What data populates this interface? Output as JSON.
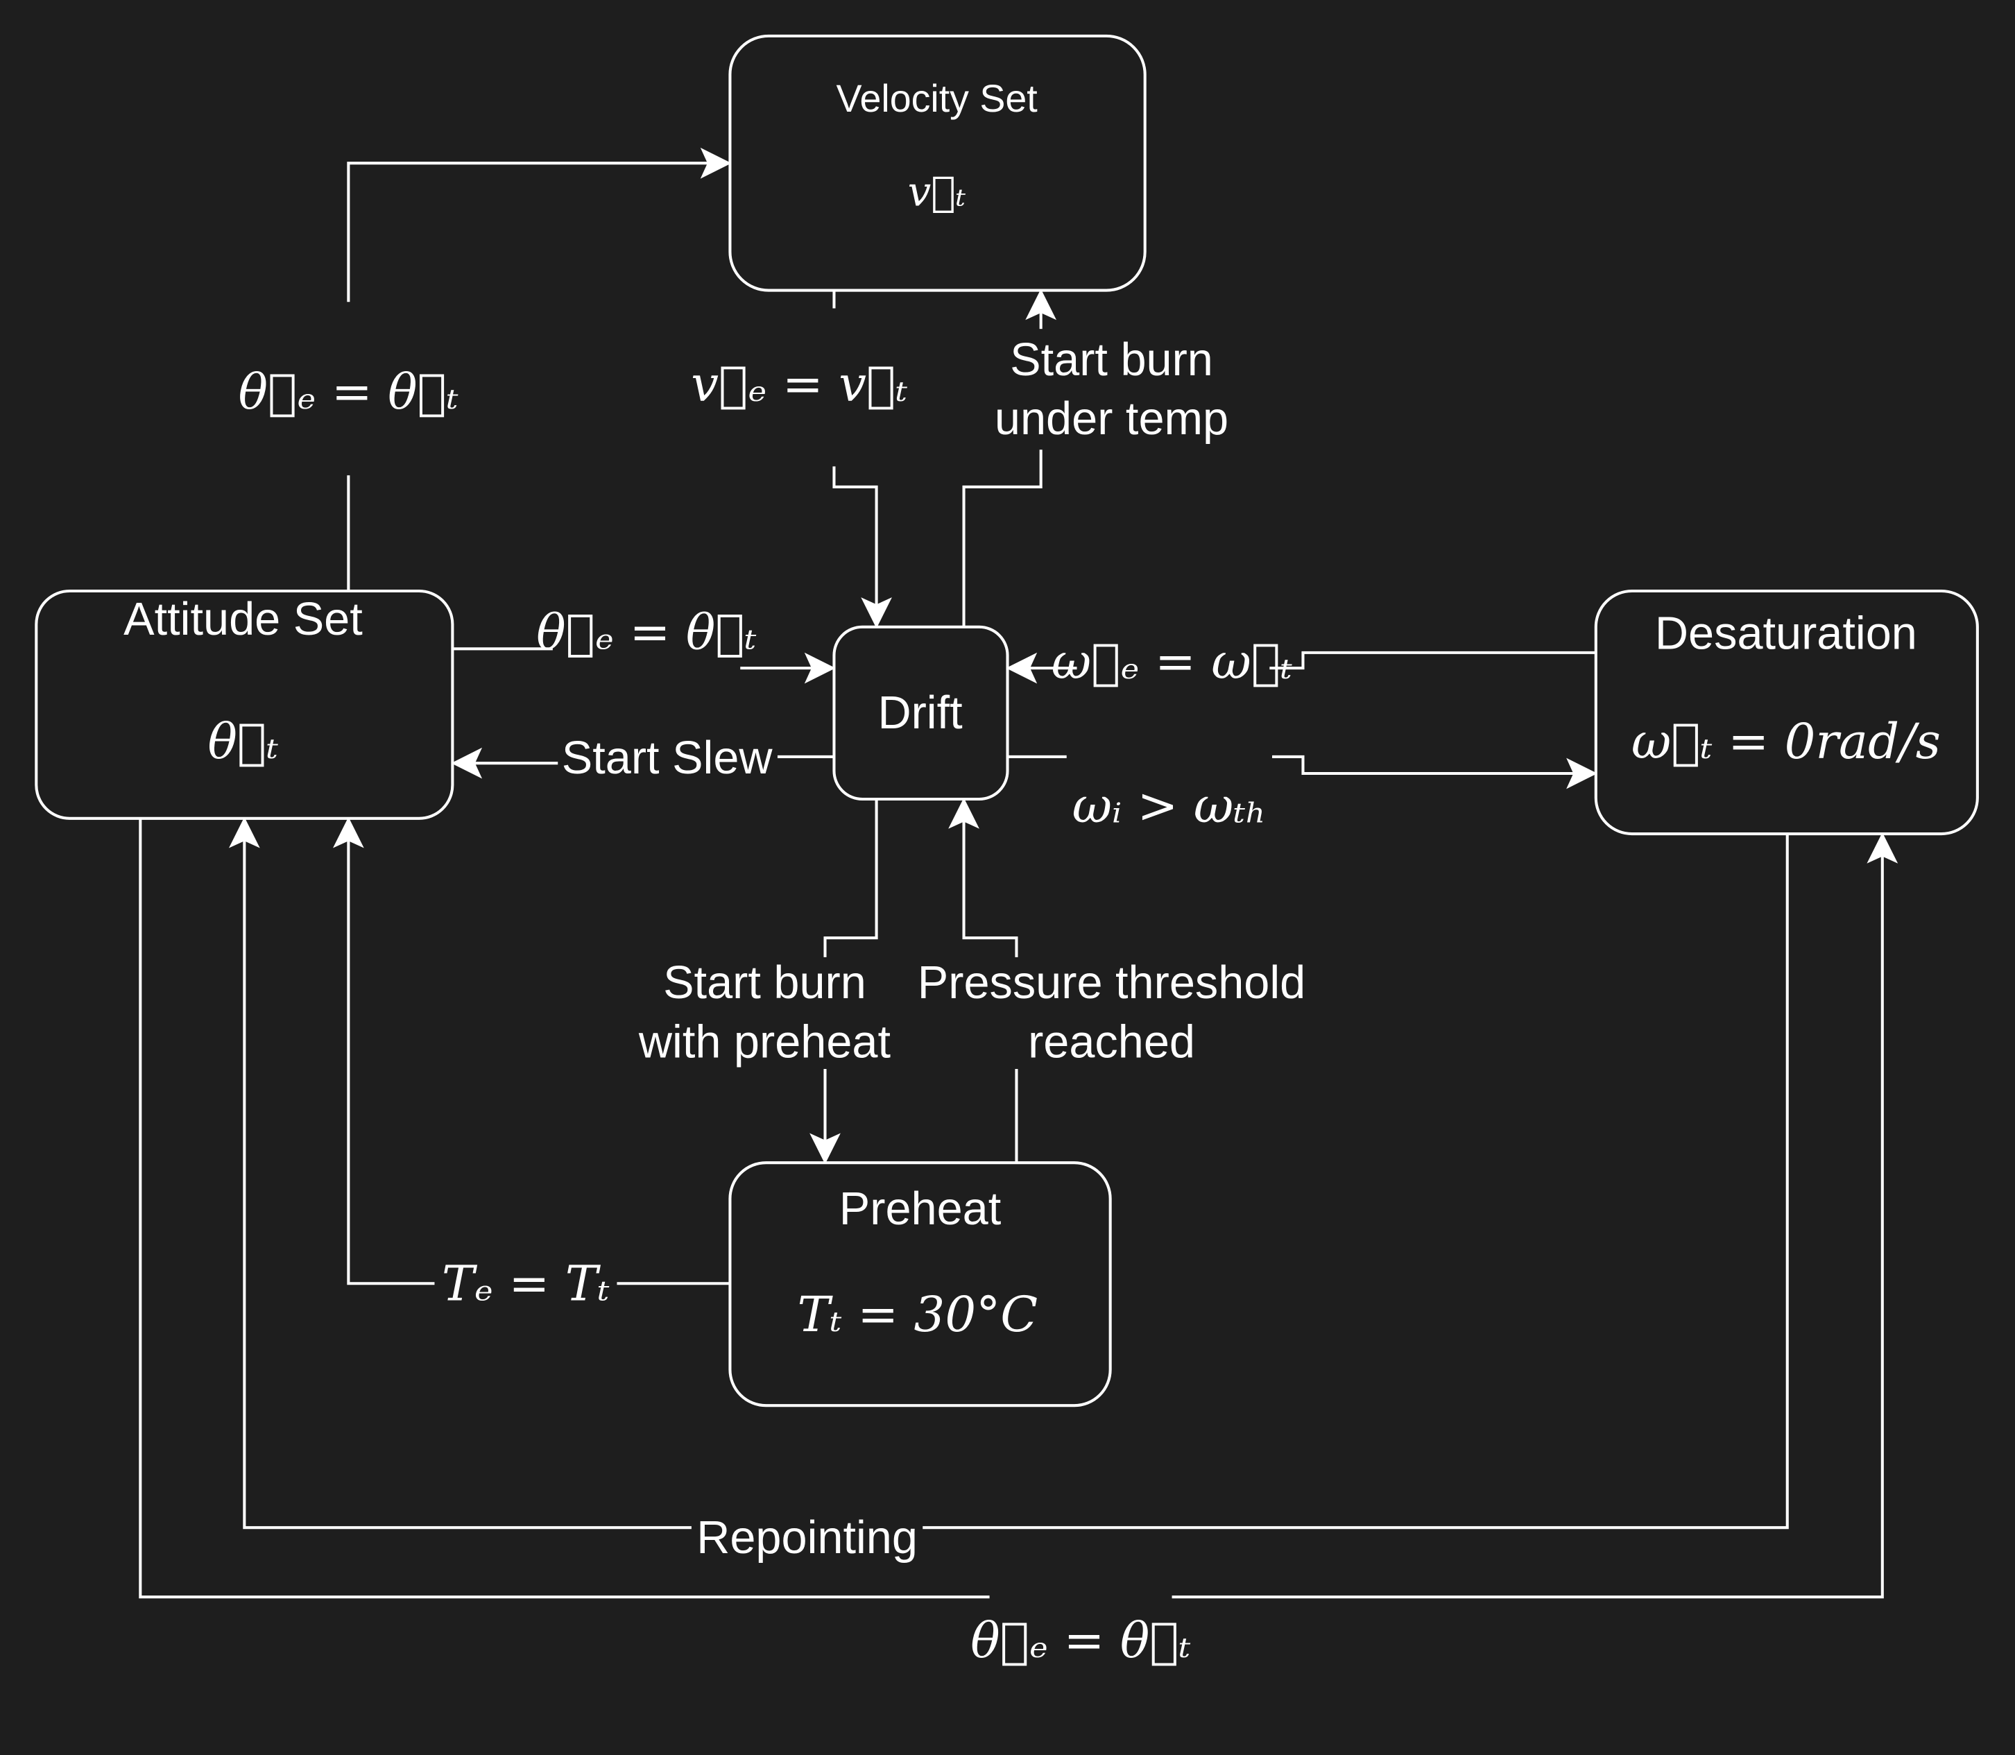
{
  "diagram": {
    "title": "Spacecraft mode state machine",
    "background": "#1e1e1e",
    "stroke": "#ffffff",
    "nodes": {
      "velocity_set": {
        "title": "Velocity Set",
        "value": "v⃗ₜ"
      },
      "attitude_set": {
        "title": "Attitude Set",
        "value": "θ⃗ₜ"
      },
      "drift": {
        "title": "Drift"
      },
      "desaturation": {
        "title": "Desaturation",
        "value": "ω⃗ₜ = 0rad/s"
      },
      "preheat": {
        "title": "Preheat",
        "value": "Tₜ = 30°C"
      }
    },
    "edges": {
      "attitude_to_velocity": "θ⃗ₑ = θ⃗ₜ",
      "velocity_to_drift": "v⃗ₑ = v⃗ₜ",
      "drift_to_velocity": [
        "Start burn",
        "under temp"
      ],
      "attitude_to_drift": "θ⃗ₑ = θ⃗ₜ",
      "drift_to_attitude": "Start Slew",
      "desaturation_to_drift": "ω⃗ₑ = ω⃗ₜ",
      "drift_to_desaturation": "ωᵢ > ωₜₕ",
      "drift_to_preheat": [
        "Start burn",
        "with preheat"
      ],
      "preheat_to_drift": [
        "Pressure threshold",
        "reached"
      ],
      "preheat_to_attitude": "Tₑ = Tₜ",
      "desaturation_to_attitude": "Repointing",
      "attitude_to_desaturation": "θ⃗ₑ = θ⃗ₜ"
    }
  }
}
